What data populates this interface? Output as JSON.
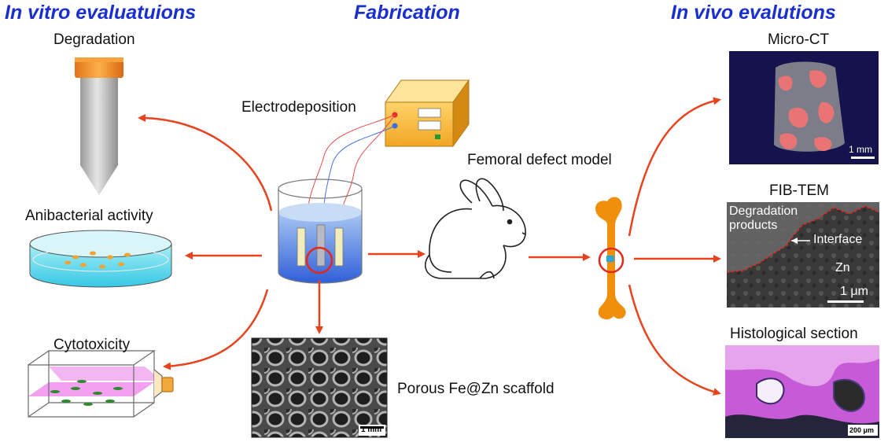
{
  "sections": {
    "in_vitro": "In vitro evaluatuions",
    "fabrication": "Fabrication",
    "in_vivo": "In vivo evalutions"
  },
  "labels": {
    "degradation": "Degradation",
    "antibacterial": "Anibacterial activity",
    "cytotoxicity": "Cytotoxicity",
    "electrodeposition": "Electrodeposition",
    "porous_scaffold": "Porous Fe@Zn scaffold",
    "femoral_model": "Femoral defect model",
    "micro_ct": "Micro-CT",
    "fib_tem": "FIB-TEM",
    "histological": "Histological section"
  },
  "image_annotations": {
    "sem_scale": "1 mm",
    "micro_ct_scale": "1 mm",
    "tem_degradation_products": "Degradation products",
    "tem_interface": "Interface",
    "tem_zn": "Zn",
    "tem_scale": "1 μm",
    "histo_scale": "200 μm"
  },
  "colors": {
    "section_title": "#1a2fd0",
    "arrow": "#e8431c",
    "tube_cap": "#f08a1e",
    "bone": "#f0900a",
    "beaker_liquid": "#3f74e0",
    "histology": "#c85ad6"
  }
}
